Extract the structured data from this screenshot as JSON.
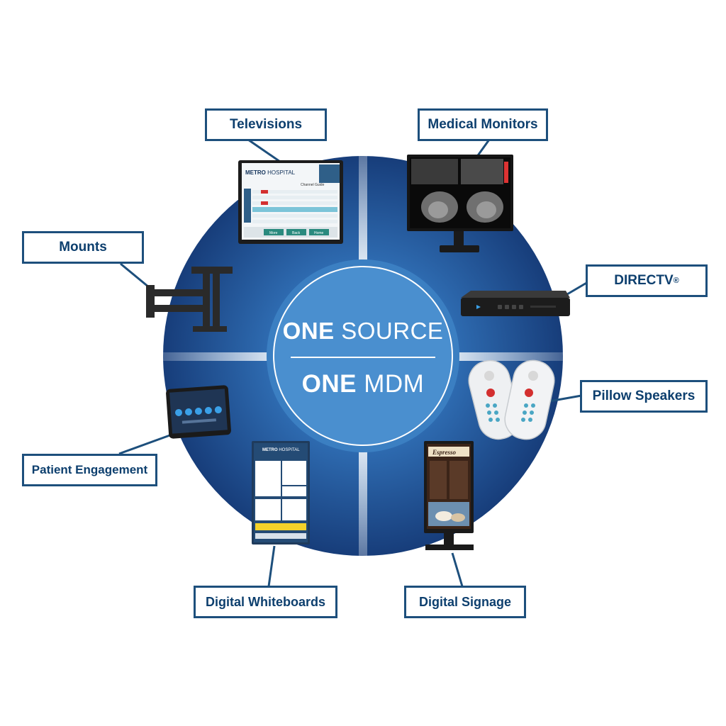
{
  "center": {
    "line1_bold": "ONE",
    "line1_rest": "SOURCE",
    "line2_bold": "ONE",
    "line2_rest": "MDM"
  },
  "labels": {
    "televisions": "Televisions",
    "medical_monitors": "Medical Monitors",
    "mounts": "Mounts",
    "directv": "DIRECTV",
    "directv_mark": "®",
    "pillow_speakers": "Pillow Speakers",
    "patient_engagement": "Patient Engagement",
    "digital_whiteboards": "Digital Whiteboards",
    "digital_signage": "Digital Signage"
  },
  "devices": {
    "tv_brand_bold": "METRO",
    "tv_brand_rest": "HOSPITAL",
    "tv_heading": "Channel Guide",
    "tv_buttons": [
      "More",
      "Back",
      "Home"
    ],
    "whiteboard_brand_bold": "METRO",
    "whiteboard_brand_rest": "HOSPITAL",
    "signage_title": "Espresso"
  },
  "colors": {
    "circle_outer": "#1a3f7a",
    "circle_inner": "#2d6fb6",
    "center_disc": "#4a8fcf",
    "label_border": "#1d4f7c",
    "label_text": "#0d3f6e"
  }
}
